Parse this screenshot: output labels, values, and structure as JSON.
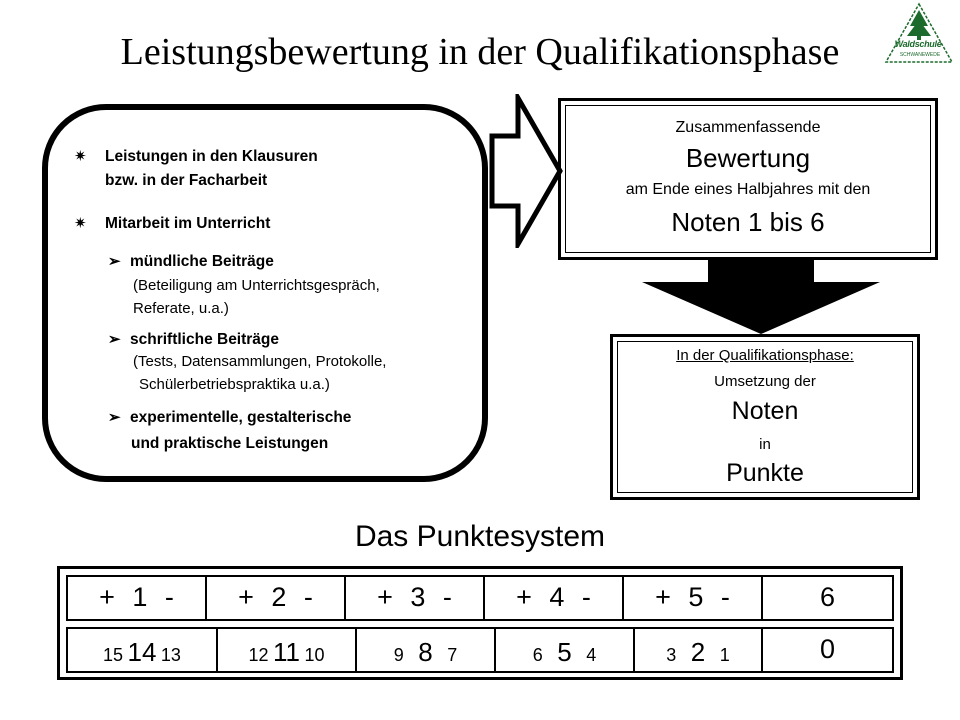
{
  "title": "Leistungsbewertung in der Qualifikationsphase",
  "logo": {
    "name": "Waldschule",
    "subtitle": "SCHWANEWEDE"
  },
  "criteria": {
    "item1_line1": "Leistungen in den Klausuren",
    "item1_line2": "bzw. in der Facharbeit",
    "item2": "Mitarbeit im Unterricht",
    "sub1_title": "mündliche Beiträge",
    "sub1_line1": "(Beteiligung am Unterrichtsgespräch,",
    "sub1_line2": "Referate, u.a.)",
    "sub2_title": "schriftliche Beiträge",
    "sub2_line1": "(Tests, Datensammlungen, Protokolle,",
    "sub2_line2": "Schülerbetriebspraktika u.a.)",
    "sub3_line1": "experimentelle, gestalterische",
    "sub3_line2": "und praktische Leistungen"
  },
  "evaluation": {
    "line1": "Zusammenfassende",
    "line2": "Bewertung",
    "line3": "am Ende eines Halbjahres mit den",
    "line4": "Noten 1 bis 6"
  },
  "conversion": {
    "line1": "In der Qualifikationsphase:",
    "line2": "Umsetzung der",
    "line3": "Noten",
    "line4": "in",
    "line5": "Punkte"
  },
  "points_system": {
    "title": "Das Punktesystem",
    "grades": [
      "+ 1 -",
      "+ 2 -",
      "+ 3 -",
      "+ 4 -",
      "+ 5 -",
      "6"
    ],
    "points": [
      {
        "high": "15",
        "mid": "14",
        "low": "13"
      },
      {
        "high": "12",
        "mid": "11",
        "low": "10"
      },
      {
        "high": "9",
        "mid": "8",
        "low": "7"
      },
      {
        "high": "6",
        "mid": "5",
        "low": "4"
      },
      {
        "high": "3",
        "mid": "2",
        "low": "1"
      },
      {
        "single": "0"
      }
    ]
  }
}
